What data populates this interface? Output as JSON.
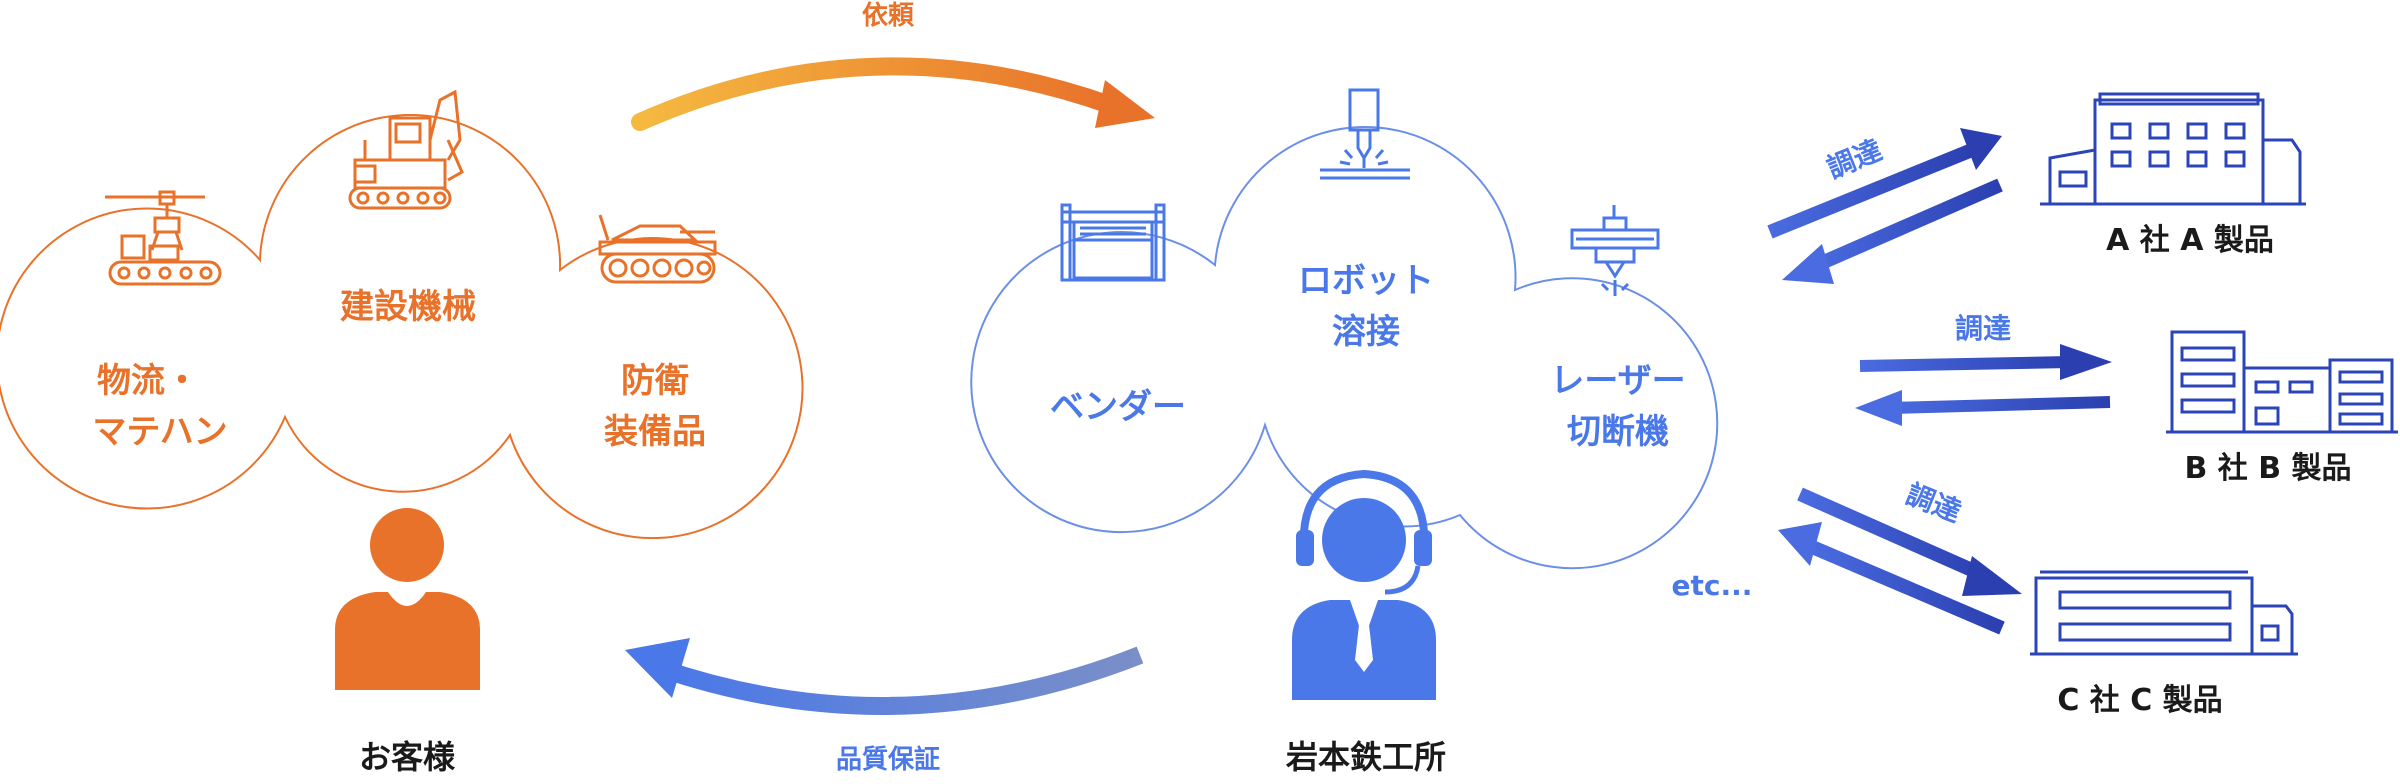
{
  "top_arrow_label": "依頼",
  "bottom_arrow_label": "品質保証",
  "customer": {
    "label": "お客様",
    "bubbles": {
      "left": [
        "物流・",
        "マテハン"
      ],
      "center": "建設機械",
      "right": [
        "防衛",
        "装備品"
      ]
    }
  },
  "iwamoto": {
    "label": "岩本鉄工所",
    "bubbles": {
      "left": "ベンダー",
      "center": [
        "ロボット",
        "溶接"
      ],
      "right": [
        "レーザー",
        "切断機"
      ]
    },
    "etc": "etc..."
  },
  "suppliers": [
    {
      "arrow_label": "調達",
      "label": "A 社 A 製品"
    },
    {
      "arrow_label": "調達",
      "label": "B 社 B 製品"
    },
    {
      "arrow_label": "調達",
      "label": "C 社 C 製品"
    }
  ],
  "colors": {
    "orange": "#E8722A",
    "blue": "#4A78E8",
    "navy": "#2B44B8",
    "cloud_blue": "#6C8FE6"
  },
  "icons": [
    "robot-arm-conveyor-icon",
    "excavator-icon",
    "tank-icon",
    "press-brake-icon",
    "welding-torch-icon",
    "laser-cutter-icon",
    "person-icon",
    "operator-headset-icon",
    "factory-a-icon",
    "factory-b-icon",
    "factory-c-icon"
  ]
}
